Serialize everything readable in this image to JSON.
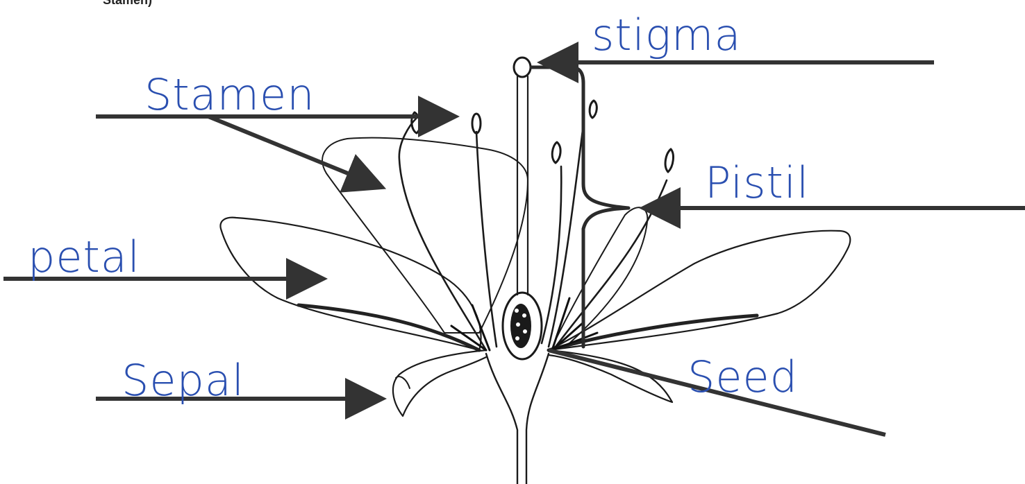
{
  "header": {
    "cropped_text": "Stamen)"
  },
  "labels": {
    "stigma": "stigma",
    "stamen": "Stamen",
    "pistil": "Pistil",
    "petal": "petal",
    "sepal": "Sepal",
    "seed": "Seed"
  },
  "colors": {
    "label_ink": "#2a4fb0",
    "arrow_ink": "#333333",
    "drawing_ink": "#1a1a1a"
  }
}
